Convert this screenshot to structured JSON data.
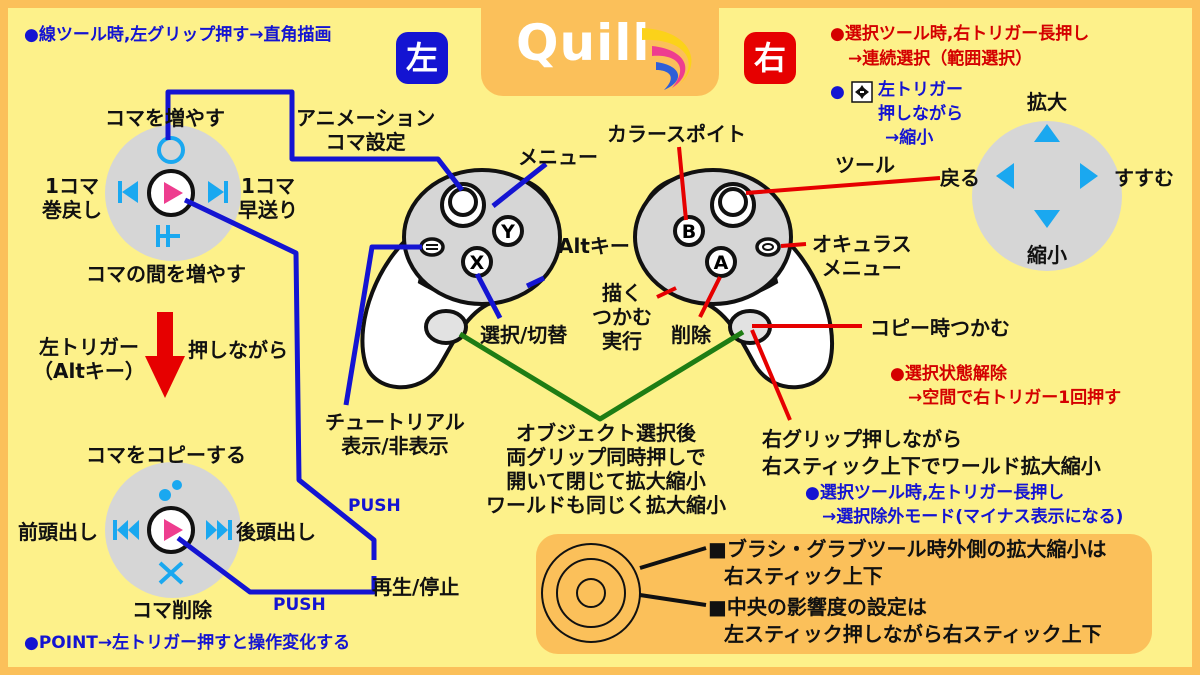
{
  "logo": {
    "text": "Quill"
  },
  "badges": {
    "left": "左",
    "right": "右"
  },
  "left_top_note": "●線ツール時,左グリップ押す→直角描画",
  "right_top_notes": [
    "●選択ツール時,右トリガー長押し",
    "→連続選択（範囲選択）"
  ],
  "right_zoom_note": [
    "左トリガー",
    "押しながら",
    "→縮小"
  ],
  "dpad_top": {
    "up": "コマを増やす",
    "left": [
      "1コマ",
      "巻戻し"
    ],
    "right": [
      "1コマ",
      "早送り"
    ],
    "down": "コマの間を増やす"
  },
  "trigger_hint": {
    "left": [
      "左トリガー",
      "（Altキー）"
    ],
    "right": "押しながら"
  },
  "dpad_bottom": {
    "title": "コマをコピーする",
    "left": "前頭出し",
    "right": "後頭出し",
    "down": "コマ削除"
  },
  "push_labels": [
    "PUSH",
    "PUSH"
  ],
  "play_stop": "再生/停止",
  "point_note": "●POINT→左トリガー押すと操作変化する",
  "left_controller": {
    "anim": [
      "アニメーション",
      "コマ設定"
    ],
    "menu": "メニュー",
    "alt": "Altキー",
    "select": "選択/切替",
    "tutorial": [
      "チュートリアル",
      "表示/非表示"
    ],
    "btn_y": "Y",
    "btn_x": "X"
  },
  "right_controller": {
    "color": "カラースポイト",
    "tool": "ツール",
    "oculus": [
      "オキュラス",
      "メニュー"
    ],
    "draw": [
      "描く",
      "つかむ",
      "実行"
    ],
    "delete": "削除",
    "copy_grab": "コピー時つかむ",
    "btn_b": "B",
    "btn_a": "A"
  },
  "right_stick_pad": {
    "up": "拡大",
    "down": "縮小",
    "left": "戻る",
    "right": "すすむ"
  },
  "deselect_notes": [
    "●選択状態解除",
    "→空間で右トリガー1回押す"
  ],
  "both_grip_note": [
    "オブジェクト選択後",
    "両グリップ同時押しで",
    "開いて閉じて拡大縮小",
    "ワールドも同じく拡大縮小"
  ],
  "right_grip_note": [
    "右グリップ押しながら",
    "右スティック上下でワールド拡大縮小"
  ],
  "exclude_notes": [
    "●選択ツール時,左トリガー長押し",
    "→選択除外モード(マイナス表示になる)"
  ],
  "brush_notes": [
    [
      "■ブラシ・グラブツール時外側の拡大縮小は",
      "右スティック上下"
    ],
    [
      "■中央の影響度の設定は",
      "左スティック押しながら右スティック上下"
    ]
  ],
  "colors": {
    "background": "#fdf18a",
    "frame": "#fbc05a",
    "blue": "#1414d2",
    "red": "#d40000",
    "cyan": "#1aa8f0",
    "pink": "#ee3d8f",
    "green": "#1e7d14"
  }
}
